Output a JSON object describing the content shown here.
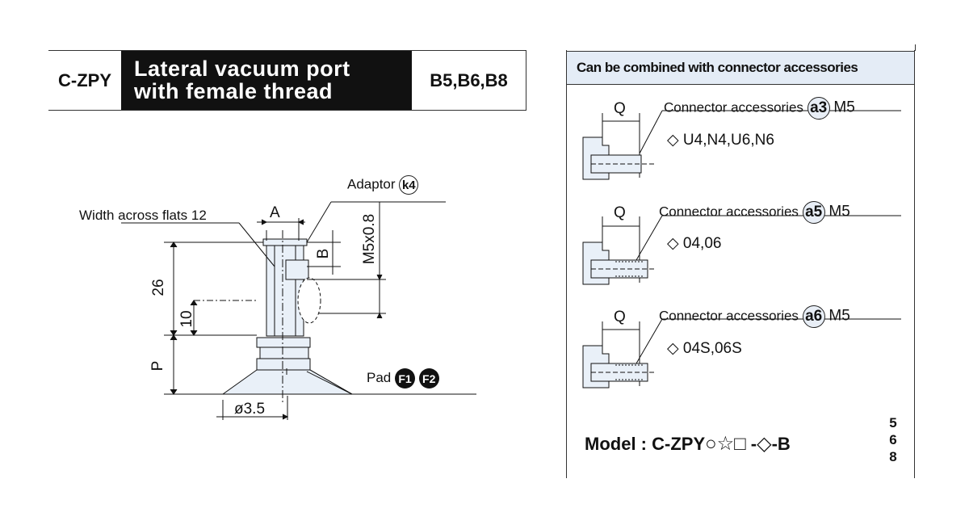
{
  "header": {
    "code": "C-ZPY",
    "title_line1": "Lateral vacuum port",
    "title_line2": "with female thread",
    "sizes": "B5,B6,B8"
  },
  "drawing": {
    "width_across_flats": "Width across flats 12",
    "adaptor": "Adaptor",
    "adaptor_code": "k4",
    "dim_a": "A",
    "dim_b": "B",
    "thread": "M5x0.8",
    "dim_26": "26",
    "dim_10": "10",
    "dim_p": "P",
    "pad": "Pad",
    "pad_code1": "F1",
    "pad_code2": "F2",
    "diameter": "ø3.5"
  },
  "panel": {
    "title": "Can be combined with connector accessories",
    "items": [
      {
        "q": "Q",
        "label": "Connector accessories",
        "code": "a3",
        "thread": "M5",
        "sizes": "U4,N4,U6,N6"
      },
      {
        "q": "Q",
        "label": "Connector accessories",
        "code": "a5",
        "thread": "M5",
        "sizes": "04,06"
      },
      {
        "q": "Q",
        "label": "Connector accessories",
        "code": "a6",
        "thread": "M5",
        "sizes": "04S,06S"
      }
    ],
    "model": {
      "label": "Model :",
      "code": "C-ZPY",
      "sym_circle": "○",
      "sym_star": "☆",
      "sym_square": "□",
      "dash": "-",
      "sym_diamond": "◇",
      "suffix": "-B",
      "size1": "5",
      "size2": "6",
      "size3": "8"
    }
  }
}
